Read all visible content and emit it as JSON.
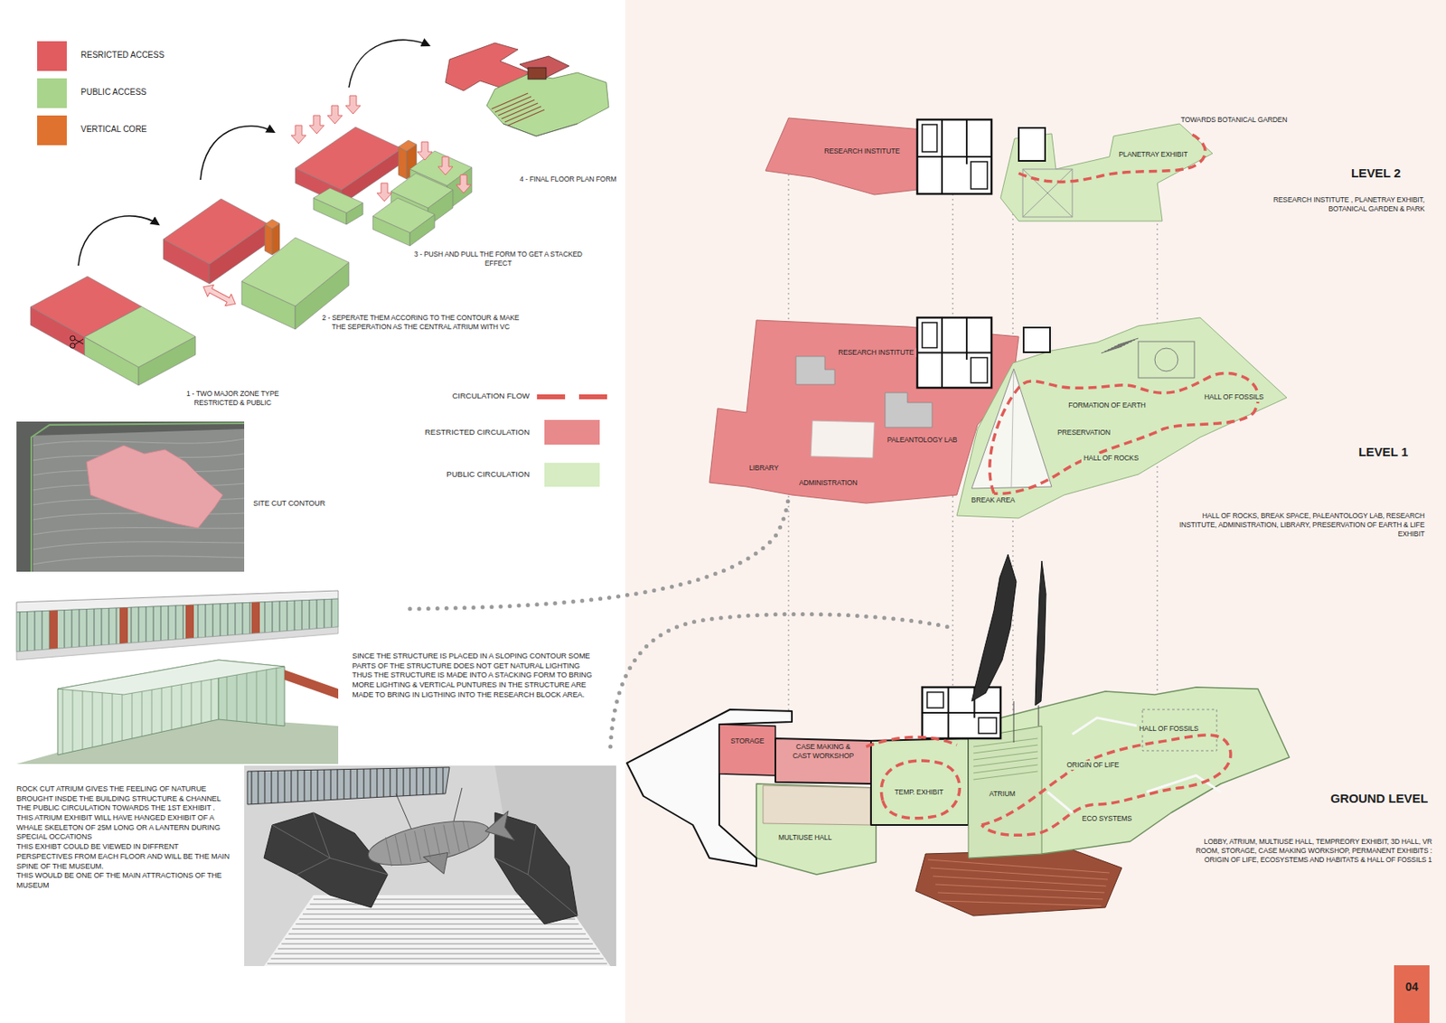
{
  "diagram": {
    "nodes": [
      {
        "text": [
          "04"
        ]
      }
    ],
    "labels": [
      "1 - TWO MAJOR ZONE TYPE RESTRICTED & PUBLIC",
      "2 - SEPERATE THEM ACCORING TO THE CONTOUR & MAKE THE SEPERATION AS THE CENTRAL ATRIUM WITH VC",
      "3 - PUSH AND PULL THE FORM TO GET A STACKED EFFECT",
      "4 - FINAL FLOOR PLAN FORM",
      "SITE CUT CONTOUR",
      "SINCE THE STRUCTURE IS PLACED IN A SLOPING CONTOUR SOME PARTS OF THE STRUCTURE DOES NOT GET NATURAL LIGHTING THUS THE STRUCTURE IS MADE INTO A STACKING FORM TO BRING MORE LIGHTING & VERTICAL PUNTURES IN THE STRUCTURE ARE MADE TO BRING IN LIGTHING INTO THE RESEARCH BLOCK AREA.",
      "ROCK CUT ATRIUM GIVES THE FEELING OF NATURUE BROUGHT INSDE THE BUILDING STRUCTURE & CHANNEL THE PUBLIC CIRCULATION TOWARDS THE 1ST EXHIBIT .",
      "THIS ATRIUM EXHIBIT WILL HAVE HANGED EXHIBIT OF A WHALE SKELETON OF 25M LONG OR A LANTERN DURING SPECIAL OCCATIONS",
      "THIS EXHIBT COULD BE VIEWED IN DIFFRENT PERSPECTIVES FROM EACH FLOOR AND WILL BE THE MAIN SPINE OF THE MUSEUM.",
      "THIS WOULD BE ONE OF THE MAIN ATTRACTIONS OF THE MUSEUM",
      "LEVEL 2",
      "RESEARCH INSTITUTE , PLANETRAY EXHIBIT, BOTANICAL GARDEN & PARK",
      "TOWARDS BOTANICAL GARDEN",
      "RESEARCH INSTITUTE",
      "PLANETRAY EXHIBIT",
      "LEVEL 1",
      "HALL OF ROCKS, BREAK SPACE, PALEANTOLOGY LAB, RESEARCH INSTITUTE, ADMINISTRATION, LIBRARY, PRESERVATION OF EARTH & LIFE EXHIBIT",
      "RESEARCH INSTITUTE",
      "FORMATION OF EARTH",
      "HALL OF FOSSILS",
      "PRESERVATION",
      "HALL OF ROCKS",
      "PALEANTOLOGY LAB",
      "LIBRARY",
      "ADMINISTRATION",
      "BREAK AREA",
      "GROUND LEVEL",
      "LOBBY, ATRIUM, MULTIUSE HALL, TEMPREORY EXHIBIT, 3D HALL, VR ROOM, STORAGE, CASE MAKING WORKSHOP, PERMANENT EXHIBITS : ORIGIN OF LIFE, ECOSYSTEMS AND HABITATS & HALL OF FOSSILS 1",
      "STORAGE",
      "CASE MAKING & CAST WORKSHOP",
      "TEMP. EXHIBIT",
      "ATRIUM",
      "ORIGIN OF LIFE",
      "HALL OF FOSSILS",
      "ECO SYSTEMS",
      "MULTIUSE HALL"
    ],
    "legend": [
      {
        "text": "RESRICTED ACCESS",
        "color": "#e05c5f"
      },
      {
        "text": "PUBLIC ACCESS",
        "color": "#a9d48c"
      },
      {
        "text": "VERTICAL CORE",
        "color": "#e0722f"
      },
      {
        "text": "CIRCULATION FLOW"
      },
      {
        "text": "RESTRICTED CIRCULATION",
        "color": "#e8898b"
      },
      {
        "text": "PUBLIC CIRCULATION",
        "color": "#d7ecc3"
      }
    ]
  }
}
